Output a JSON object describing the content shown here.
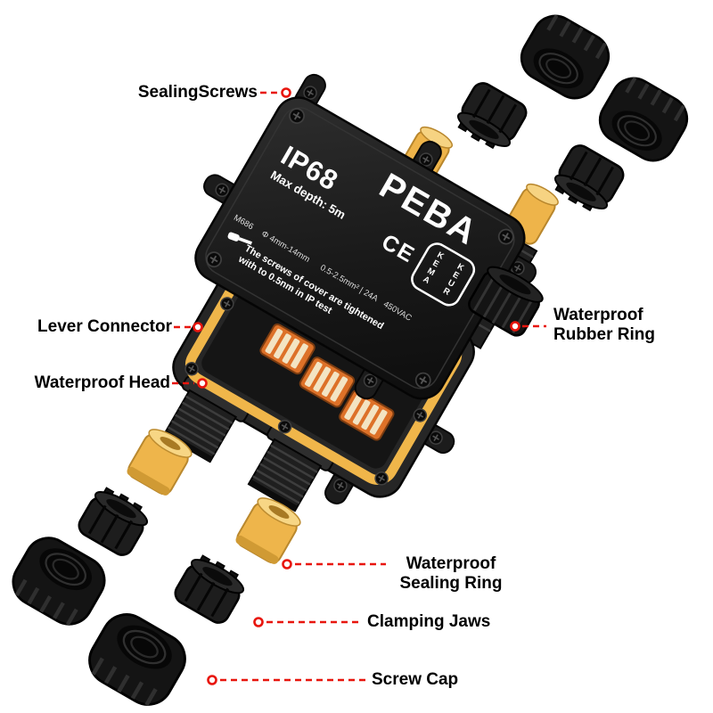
{
  "colors": {
    "background": "#ffffff",
    "leader_red": "#e8150d",
    "label_text": "#000000",
    "box_black": "#1b1b1b",
    "gasket_yellow": "#f0b64a",
    "connector_orange": "#dd7128",
    "lid_text": "#ffffff"
  },
  "lid": {
    "rating": "IP68",
    "max_depth": "Max depth: 5m",
    "brand": "PEBA",
    "model": "M686",
    "spec_diameter": "Φ 4mm-14mm",
    "spec_wire": "0.5-2.5mm² | 24A",
    "spec_voltage": "450VAC",
    "note_line1": "The screws of cover are tightened",
    "note_line2": "with to 0.5nm in IP test",
    "ce_mark": "CE",
    "kema_left": "KEMA",
    "kema_right": "KEUR"
  },
  "callouts": {
    "sealing_screws": "SealingScrews",
    "lever_connector": "Lever Connector",
    "waterproof_head": "Waterproof Head",
    "rubber_ring_line1": "Waterproof",
    "rubber_ring_line2": "Rubber Ring",
    "sealing_ring_line1": "Waterproof",
    "sealing_ring_line2": "Sealing Ring",
    "clamping_jaws": "Clamping Jaws",
    "screw_cap": "Screw Cap"
  }
}
